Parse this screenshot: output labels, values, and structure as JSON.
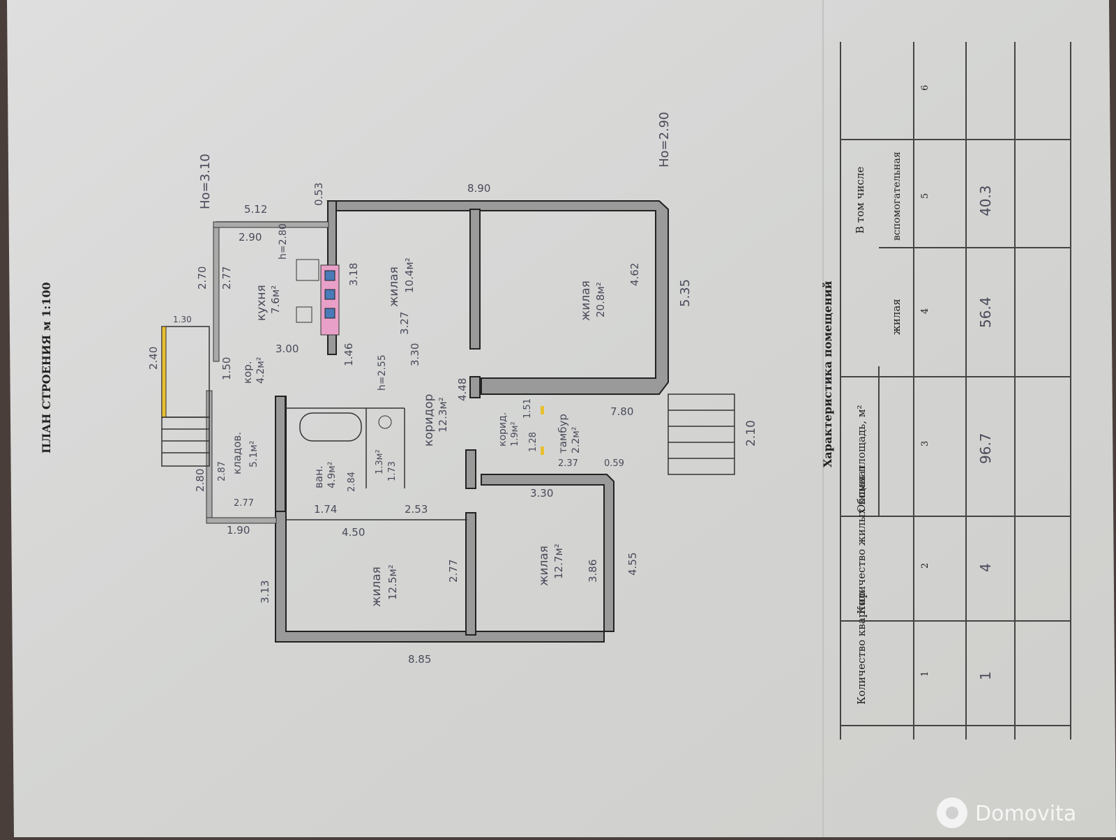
{
  "document": {
    "plan_title": "ПЛАН СТРОЕНИЯ м 1:100",
    "height_left": "Hо=3.10",
    "height_right": "Hо=2.90",
    "height_kitchen": "h=2.80",
    "height_corridor": "h=2.55"
  },
  "rooms": {
    "kitchen": {
      "name": "кухня",
      "area": "7.6м²"
    },
    "living_1": {
      "name": "жилая",
      "area": "10.4м²"
    },
    "living_2": {
      "name": "жилая",
      "area": "20.8м²"
    },
    "living_3": {
      "name": "жилая",
      "area": "12.5м²"
    },
    "living_4": {
      "name": "жилая",
      "area": "12.7м²"
    },
    "corridor": {
      "name": "коридор",
      "area": "12.3м²"
    },
    "small_corridor": {
      "name": "кор.",
      "area": "4.2м²"
    },
    "pantry": {
      "name": "кладов.",
      "area": "5.1м²"
    },
    "bath": {
      "name": "ван.",
      "area": "4.9м²"
    },
    "wc": {
      "area": "1.3м²"
    },
    "corridor_small2": {
      "name": "корид.",
      "area": "1.9м²"
    },
    "vestibule": {
      "name": "тамбур",
      "area": "2.2м²"
    }
  },
  "dimensions": {
    "d_890": "8.90",
    "d_512": "5.12",
    "d_053": "0.53",
    "d_290a": "2.90",
    "d_270": "2.70",
    "d_277a": "2.77",
    "d_318": "3.18",
    "d_462": "4.62",
    "d_535": "5.35",
    "d_327": "3.27",
    "d_330a": "3.30",
    "d_300": "3.00",
    "d_240": "2.40",
    "d_130": "1.30",
    "d_150": "1.50",
    "d_146": "1.46",
    "d_448": "4.48",
    "d_151": "1.51",
    "d_128": "1.28",
    "d_780": "7.80",
    "d_210": "2.10",
    "d_237": "2.37",
    "d_059": "0.59",
    "d_287": "2.87",
    "d_280": "2.80",
    "d_277b": "2.77",
    "d_190": "1.90",
    "d_174": "1.74",
    "d_284": "2.84",
    "d_173": "1.73",
    "d_253": "2.53",
    "d_330b": "3.30",
    "d_450": "4.50",
    "d_313": "3.13",
    "d_277c": "2.77",
    "d_386": "3.86",
    "d_455": "4.55",
    "d_885": "8.85"
  },
  "table": {
    "title": "Характеристика помещений",
    "headers": {
      "col1": "Количество квартир",
      "col2": "Количество жилых комнат",
      "col3": "Общая площадь, м²",
      "col_group": "В том числе",
      "col4": "жилая",
      "col5": "вспомогательная"
    },
    "col_numbers": [
      "1",
      "2",
      "3",
      "4",
      "5",
      "6"
    ],
    "row": {
      "apartments": "1",
      "rooms": "4",
      "total": "96.7",
      "living": "56.4",
      "auxiliary": "40.3"
    }
  },
  "watermark": "Domovita",
  "colors": {
    "paper": "#d9d9d6",
    "wall": "#9a9a9a",
    "stove_pink": "#e8a0c8",
    "window_yellow": "#e8c030",
    "background": "#4a3e3b"
  }
}
